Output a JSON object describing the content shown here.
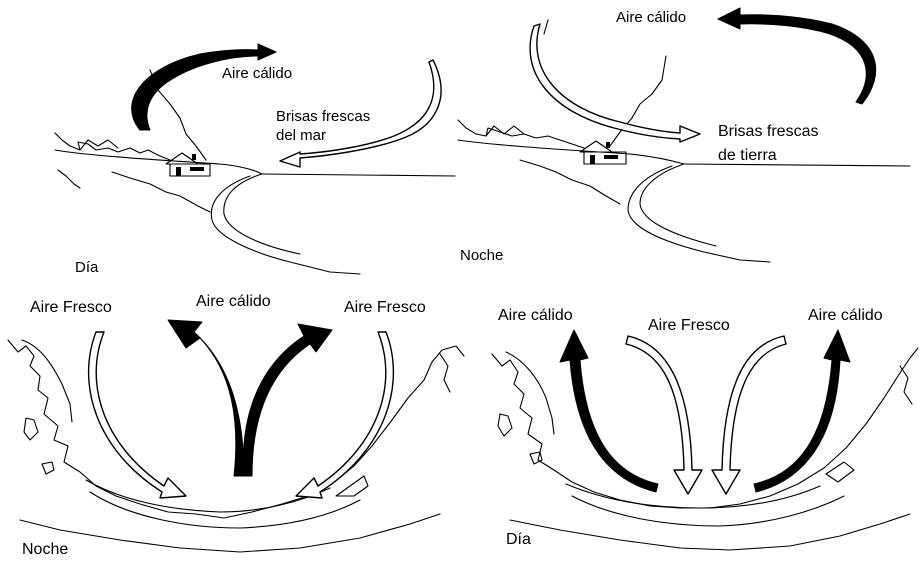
{
  "panels": {
    "coast_day": {
      "warm_air": "Aire cálido",
      "breeze_line1": "Brisas frescas",
      "breeze_line2": "del mar",
      "time": "Día"
    },
    "coast_night": {
      "warm_air": "Aire cálido",
      "breeze_line1": "Brisas frescas",
      "breeze_line2": "de tierra",
      "time": "Noche"
    },
    "valley_night": {
      "cool_left": "Aire Fresco",
      "warm_center": "Aire cálido",
      "cool_right": "Aire Fresco",
      "time": "Noche"
    },
    "valley_day": {
      "warm_left": "Aire cálido",
      "cool_center": "Aire Fresco",
      "warm_right": "Aire cálido",
      "time": "Día"
    }
  },
  "colors": {
    "ink": "#000000",
    "background": "#ffffff"
  },
  "arrow_styles": {
    "warm": "solid-black-arrow",
    "cool": "hollow-outline-arrow"
  }
}
